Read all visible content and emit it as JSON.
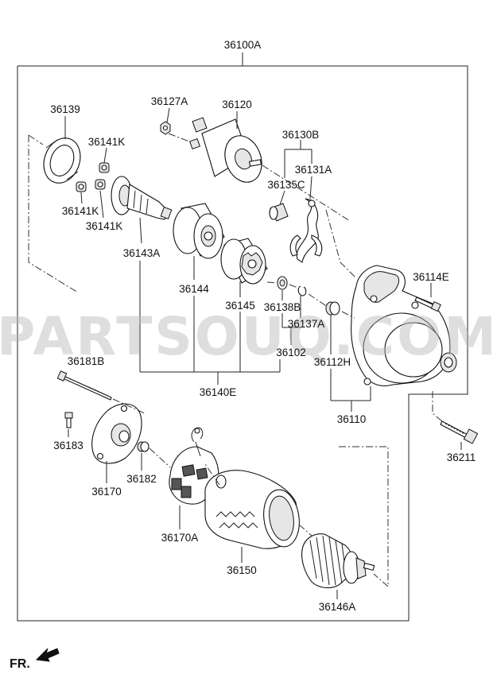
{
  "watermark": "PARTSOUQ.COM",
  "direction": {
    "label": "FR."
  },
  "parts": {
    "p36100A": "36100A",
    "p36139": "36139",
    "p36127A": "36127A",
    "p36120": "36120",
    "p36130B": "36130B",
    "p36141K_a": "36141K",
    "p36131A": "36131A",
    "p36135C": "36135C",
    "p36141K_b": "36141K",
    "p36141K_c": "36141K",
    "p36143A": "36143A",
    "p36144": "36144",
    "p36114E": "36114E",
    "p36145": "36145",
    "p36138B": "36138B",
    "p36137A": "36137A",
    "p36102": "36102",
    "p36112H": "36112H",
    "p36181B": "36181B",
    "p36140E": "36140E",
    "p36110": "36110",
    "p36183": "36183",
    "p36182": "36182",
    "p36211": "36211",
    "p36170": "36170",
    "p36170A": "36170A",
    "p36150": "36150",
    "p36146A": "36146A"
  }
}
